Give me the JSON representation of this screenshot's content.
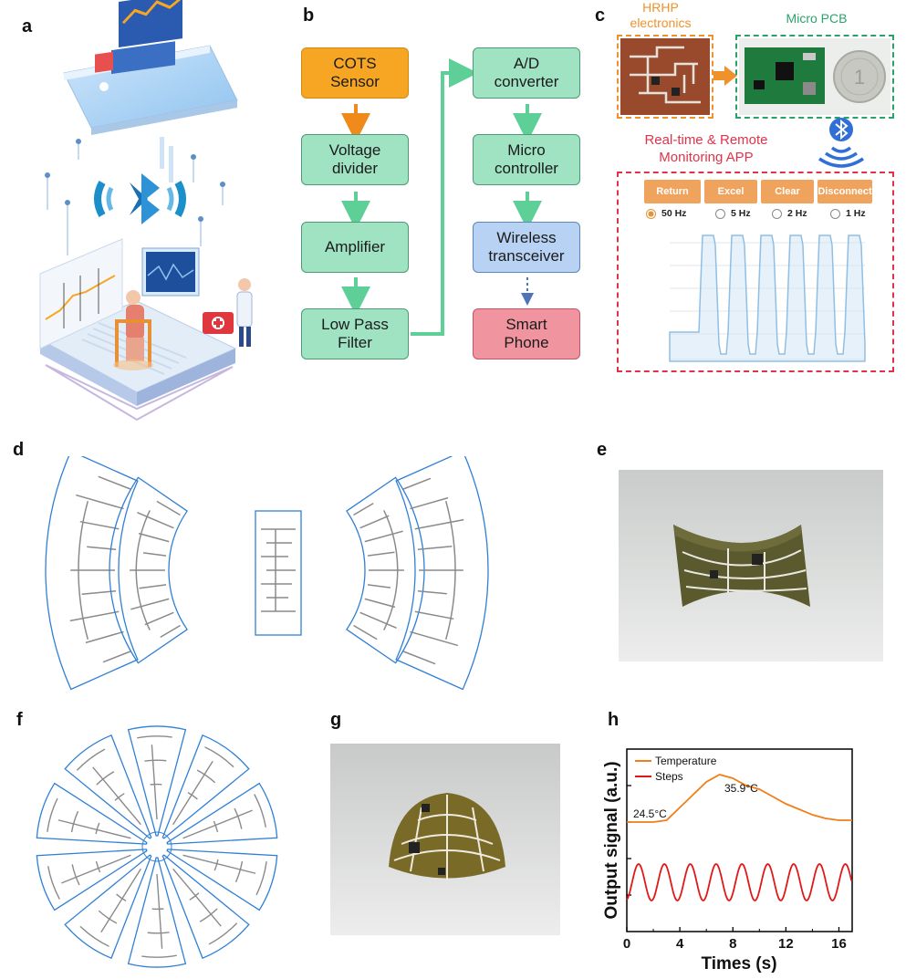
{
  "panels": {
    "a": "a",
    "b": "b",
    "c": "c",
    "d": "d",
    "e": "e",
    "f": "f",
    "g": "g",
    "h": "h"
  },
  "flowchart": {
    "left_column": [
      "COTS\nSensor",
      "Voltage\ndivider",
      "Amplifier",
      "Low Pass\nFilter"
    ],
    "right_column": [
      "A/D\nconverter",
      "Micro\ncontroller",
      "Wireless\ntransceiver",
      "Smart\nPhone"
    ]
  },
  "panel_c": {
    "hrhp_label": "HRHP\nelectronics",
    "micro_pcb_label": "Micro PCB",
    "app_label": "Real-time & Remote\nMonitoring APP",
    "buttons": [
      "Return",
      "Excel",
      "Clear",
      "Disconnect"
    ],
    "rates": [
      "50 Hz",
      "5 Hz",
      "2 Hz",
      "1 Hz"
    ],
    "selected_rate": "50 Hz",
    "colors": {
      "orange": "#f0922b",
      "green": "#2aa36b",
      "red": "#e0334a",
      "bluetooth": "#2f6fd6"
    }
  },
  "chart_data": {
    "type": "line",
    "xlabel": "Times (s)",
    "ylabel": "Output signal (a.u.)",
    "xlim": [
      0,
      17
    ],
    "xticks": [
      0,
      4,
      8,
      12,
      16
    ],
    "series": [
      {
        "name": "Temperature",
        "color": "#f07f1a",
        "x": [
          0,
          1,
          2,
          3,
          4,
          5,
          6,
          7,
          8,
          9,
          10,
          11,
          12,
          13,
          14,
          15,
          16,
          17
        ],
        "y": [
          0.6,
          0.6,
          0.6,
          0.61,
          0.68,
          0.75,
          0.82,
          0.86,
          0.84,
          0.8,
          0.78,
          0.74,
          0.7,
          0.67,
          0.64,
          0.62,
          0.61,
          0.61
        ]
      },
      {
        "name": "Steps",
        "color": "#e01818",
        "period": 1.95,
        "phase": 0.4,
        "center": 0.27,
        "amplitude": 0.1
      }
    ],
    "annotations": [
      "24.5°C",
      "35.9°C"
    ]
  }
}
